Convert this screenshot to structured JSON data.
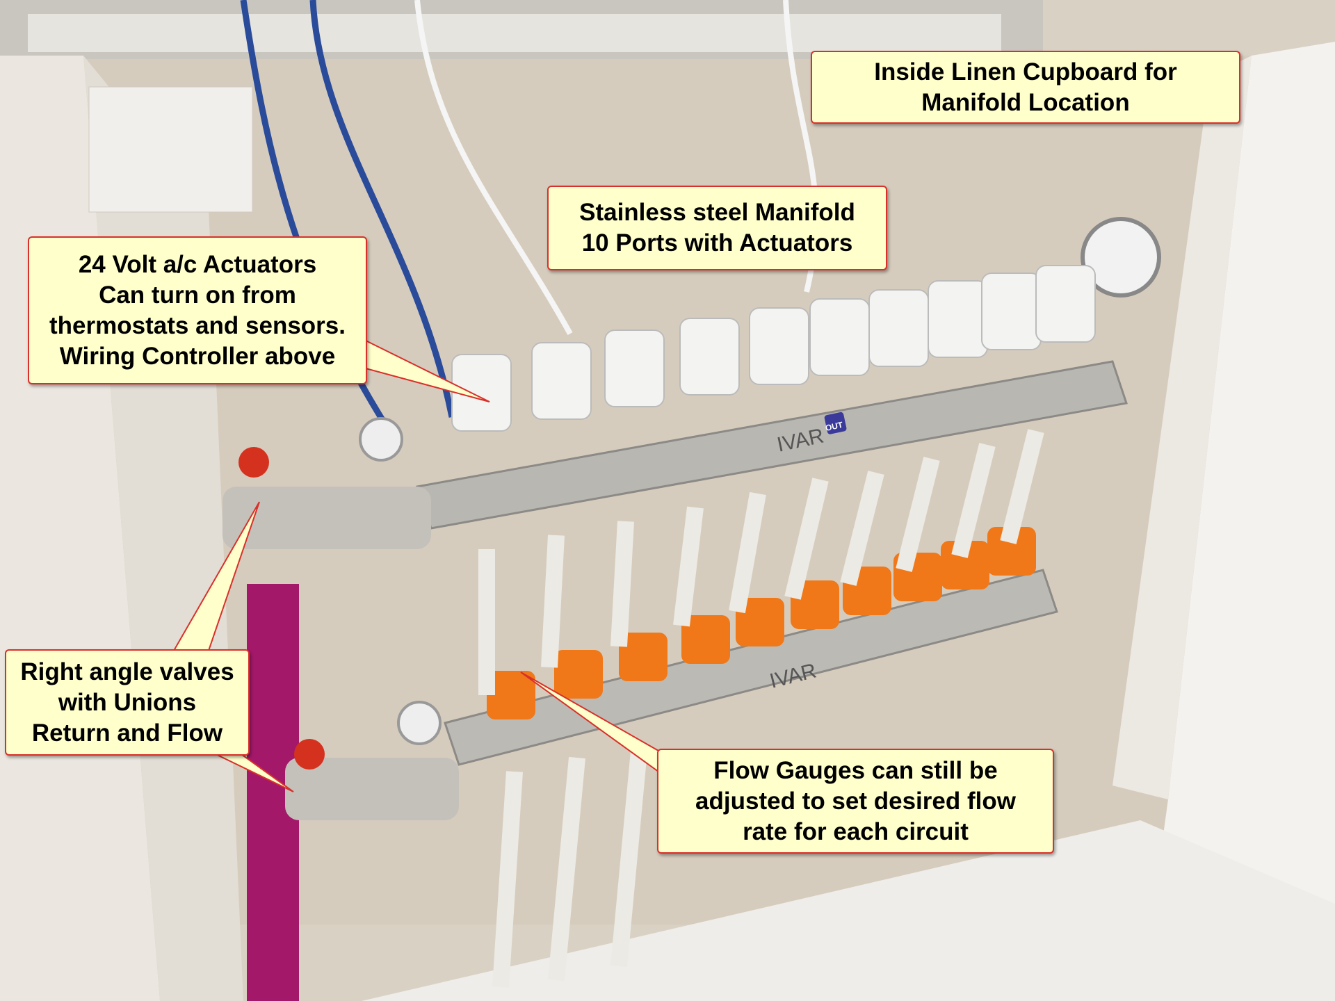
{
  "callouts": {
    "actuators": [
      "24 Volt a/c Actuators",
      "Can turn on from",
      "thermostats and sensors.",
      "Wiring Controller above"
    ],
    "location": [
      "Inside Linen Cupboard for",
      "Manifold Location"
    ],
    "manifold": [
      "Stainless steel Manifold",
      "10 Ports with Actuators"
    ],
    "valves": [
      "Right angle valves",
      "with Unions",
      "Return and Flow"
    ],
    "gauges": [
      "Flow Gauges can still be",
      "adjusted to set desired flow",
      "rate for each circuit"
    ]
  },
  "manifold_brand": "IVAR",
  "manifold_out_label": "OUT",
  "colors": {
    "callout_fill": "#ffffcc",
    "callout_border": "#d8302a",
    "gauge_orange": "#f07818"
  }
}
